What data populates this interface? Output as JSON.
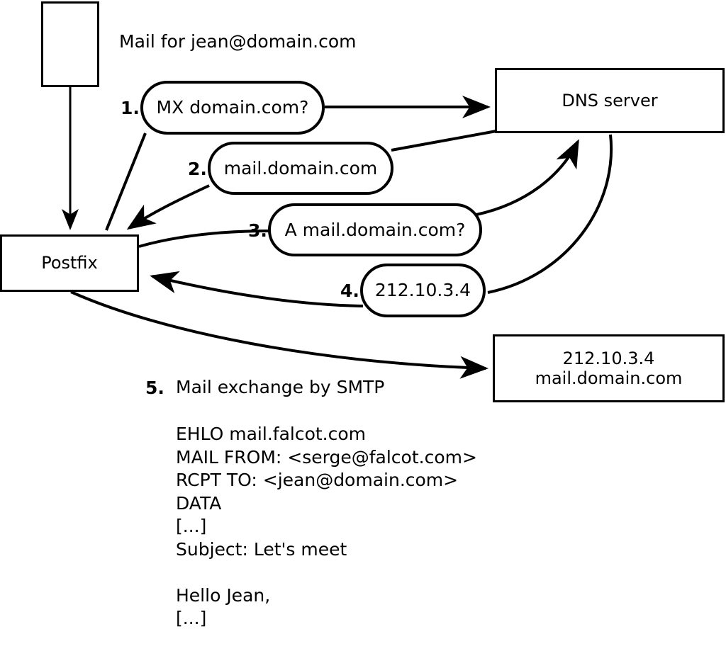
{
  "diagram": {
    "title_text": "Mail for jean@domain.com",
    "nodes": {
      "sender_host": {
        "label": ""
      },
      "postfix": {
        "label": "Postfix"
      },
      "dns_server": {
        "label": "DNS server"
      },
      "target_server": {
        "line1": "212.10.3.4",
        "line2": "mail.domain.com"
      }
    },
    "steps": [
      {
        "num": "1.",
        "label": "MX domain.com?"
      },
      {
        "num": "2.",
        "label": "mail.domain.com"
      },
      {
        "num": "3.",
        "label": "A mail.domain.com?"
      },
      {
        "num": "4.",
        "label": "212.10.3.4"
      }
    ],
    "step5": {
      "num": "5.",
      "label": "Mail exchange by SMTP"
    },
    "smtp_transcript": "EHLO mail.falcot.com\nMAIL FROM: <serge@falcot.com>\nRCPT TO: <jean@domain.com>\nDATA\n[...]\nSubject: Let's meet\n\nHello Jean,\n[...]\n\n.",
    "colors": {
      "stroke": "#000000",
      "fill": "#ffffff",
      "text": "#000000"
    }
  }
}
